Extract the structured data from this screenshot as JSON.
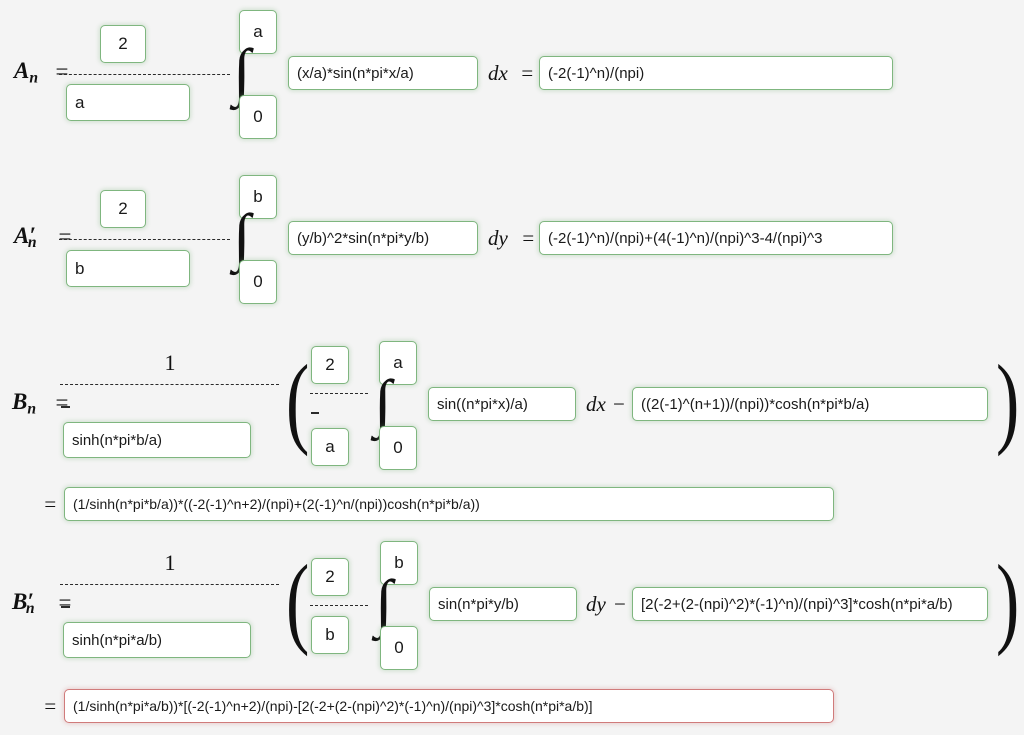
{
  "page": {
    "background_color": "#f4f4f4",
    "box_border_color": "#7fb67f",
    "error_border_color": "#d07b7b",
    "text_color": "#1a1a1a"
  },
  "glyphs": {
    "integral": "∫",
    "paren_open": "(",
    "paren_close": ")",
    "equals": "=",
    "minus": "−"
  },
  "blocks": [
    {
      "id": "An",
      "label": "A",
      "label_sub": "n",
      "label_prime": "",
      "equals": "=",
      "fraction": {
        "numerator": "2",
        "denominator": "a"
      },
      "integral": {
        "upper": "a",
        "lower": "0"
      },
      "integrand": "(x/a)*sin(n*pi*x/a)",
      "differential": "dx",
      "result_equals": "=",
      "result": "(-2(-1)^n)/(npi)",
      "result_error": false
    },
    {
      "id": "Anp",
      "label": "A",
      "label_sub": "n",
      "label_prime": "′",
      "equals": "=",
      "fraction": {
        "numerator": "2",
        "denominator": "b"
      },
      "integral": {
        "upper": "b",
        "lower": "0"
      },
      "integrand": "(y/b)^2*sin(n*pi*y/b)",
      "differential": "dy",
      "result_equals": "=",
      "result": "(-2(-1)^n)/(npi)+(4(-1)^n)/(npi)^3-4/(npi)^3",
      "result_error": false
    },
    {
      "id": "Bn",
      "label": "B",
      "label_sub": "n",
      "label_prime": "",
      "equals": "=",
      "outer_fraction": {
        "numerator": "1",
        "denominator": "sinh(n*pi*b/a)",
        "stray_dash": true
      },
      "inner_fraction": {
        "numerator": "2",
        "denominator": "a",
        "stray_dash": true
      },
      "integral": {
        "upper": "a",
        "lower": "0"
      },
      "integrand": "sin((n*pi*x)/a)",
      "differential": "dx",
      "operator": "−",
      "subtracted_term": "((2(-1)^(n+1))/(npi))*cosh(n*pi*b/a)",
      "final_equals": "=",
      "final_result": "(1/sinh(n*pi*b/a))*((-2(-1)^n+2)/(npi)+(2(-1)^n/(npi))cosh(n*pi*b/a))",
      "final_error": false
    },
    {
      "id": "Bnp",
      "label": "B",
      "label_sub": "n",
      "label_prime": "′",
      "equals": "=",
      "outer_fraction": {
        "numerator": "1",
        "denominator": "sinh(n*pi*a/b)",
        "stray_dash": true
      },
      "inner_fraction": {
        "numerator": "2",
        "denominator": "b",
        "stray_dash": false
      },
      "integral": {
        "upper": "b",
        "lower": "0"
      },
      "integrand": "sin(n*pi*y/b)",
      "differential": "dy",
      "operator": "−",
      "subtracted_term": "[2(-2+(2-(npi)^2)*(-1)^n)/(npi)^3]*cosh(n*pi*a/b)",
      "final_equals": "=",
      "final_result": "(1/sinh(n*pi*a/b))*[(-2(-1)^n+2)/(npi)-[2(-2+(2-(npi)^2)*(-1)^n)/(npi)^3]*cosh(n*pi*a/b)]",
      "final_error": true
    }
  ]
}
